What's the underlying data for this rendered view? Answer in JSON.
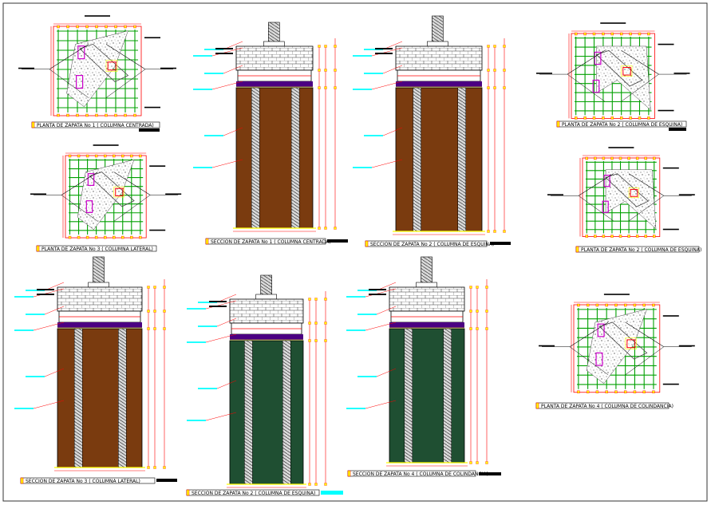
{
  "drawing": {
    "colors": {
      "background": "#ffffff",
      "frame": "#333333",
      "red_dim": "#ff0000",
      "yellow_node": "#ffff00",
      "cyan_leader": "#00ffff",
      "green_grid": "#00a000",
      "grey_concrete": "#9a9a9a",
      "brown_pile": "#7a3b0f",
      "green_pile": "#1f4f32",
      "purple_cap": "#4b0082",
      "magenta_bar": "#cc00cc"
    },
    "plans": [
      {
        "id": "plan-1",
        "title": "PLANTA DE ZAPATA No 1 ( COLUMNA CENTRADA)"
      },
      {
        "id": "plan-2",
        "title": "PLANTA DE ZAPATA No 2 ( COLUMNA DE ESQUINA)"
      },
      {
        "id": "plan-3",
        "title": "PLANTA DE ZAPATA No 3 ( COLUMNA LATERAL)"
      },
      {
        "id": "plan-4",
        "title": "PLANTA DE ZAPATA No 2 ( COLUMNA DE ESQUINA)"
      },
      {
        "id": "plan-5",
        "title": "PLANTA DE ZAPATA No 4 ( COLUMNA DE COLINDANCIA)"
      }
    ],
    "sections": [
      {
        "id": "sec-1",
        "title": "SECCION DE ZAPATA No 1 ( COLUMNA CENTRADA)",
        "pile": "brown"
      },
      {
        "id": "sec-2",
        "title": "SECCION DE ZAPATA No 2 ( COLUMNA DE ESQUINA)",
        "pile": "brown"
      },
      {
        "id": "sec-3",
        "title": "SECCION DE ZAPATA No 3 ( COLUMNA LATERAL)",
        "pile": "brown"
      },
      {
        "id": "sec-4",
        "title": "SECCION DE ZAPATA No 2 ( COLUMNA DE ESQUINA)",
        "pile": "green"
      },
      {
        "id": "sec-5",
        "title": "SECCION DE ZAPATA No 4 ( COLUMNA DE COLINDANCIA)",
        "pile": "green"
      }
    ]
  }
}
